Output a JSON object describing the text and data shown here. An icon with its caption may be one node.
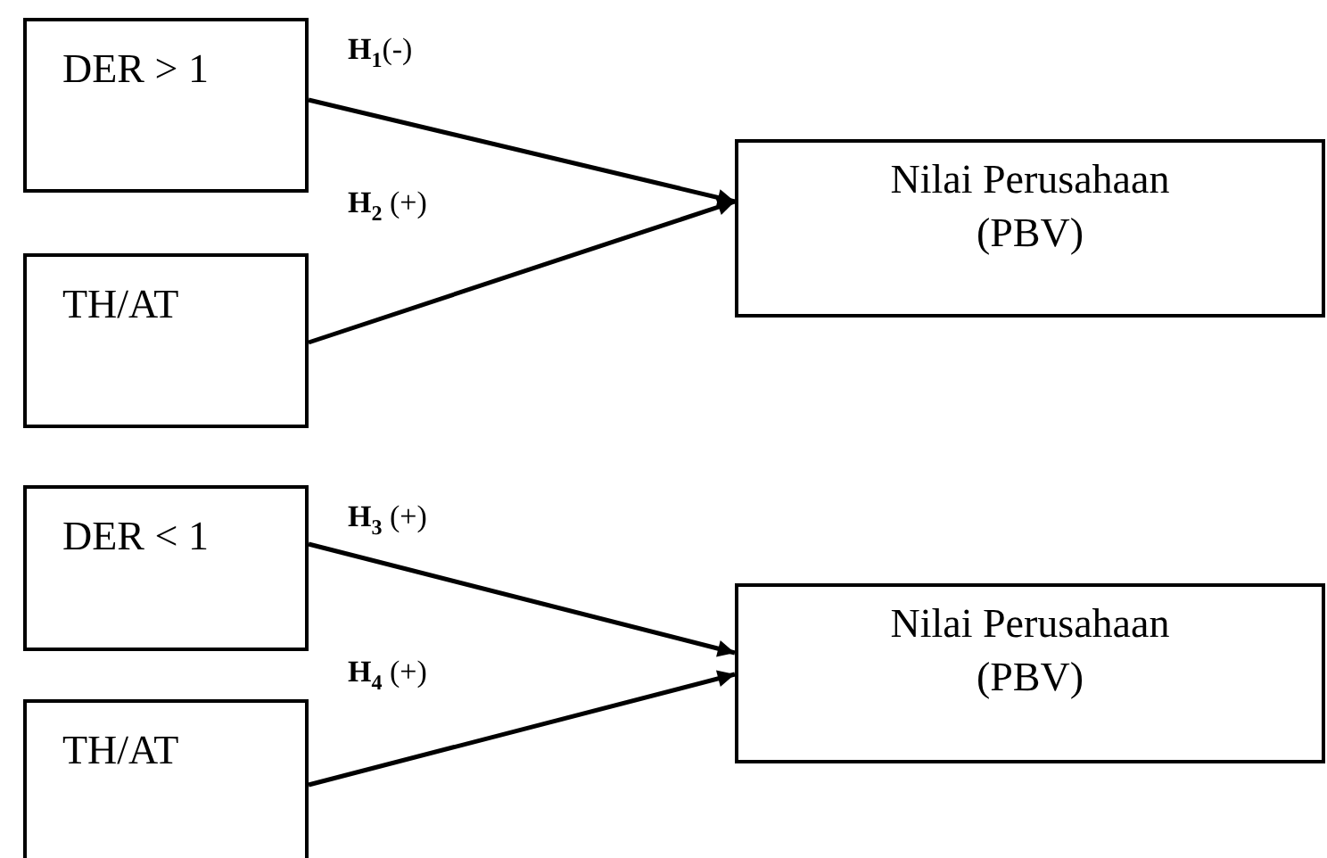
{
  "diagram": {
    "nodes": [
      {
        "text": [
          "DER > 1"
        ]
      },
      {
        "text": [
          "TH/AT"
        ]
      },
      {
        "text": [
          "Nilai Perusahaan (PBV)"
        ]
      },
      {
        "text": [
          "DER < 1"
        ]
      },
      {
        "text": [
          "TH/AT"
        ]
      },
      {
        "text": [
          "Nilai Perusahaan (PBV)"
        ]
      }
    ],
    "edges": [
      {
        "from": 0,
        "to": 2,
        "arrow": "to",
        "label": "**H**$_{1}$(-)"
      },
      {
        "from": 1,
        "to": 2,
        "arrow": "to",
        "label": "**H**$_{2}$ (+)"
      },
      {
        "from": 3,
        "to": 5,
        "arrow": "to",
        "label": "**H**$_{3}$ (+)"
      },
      {
        "from": 4,
        "to": 5,
        "arrow": "to",
        "label": "**H**$_{4}$ (+)"
      }
    ]
  }
}
